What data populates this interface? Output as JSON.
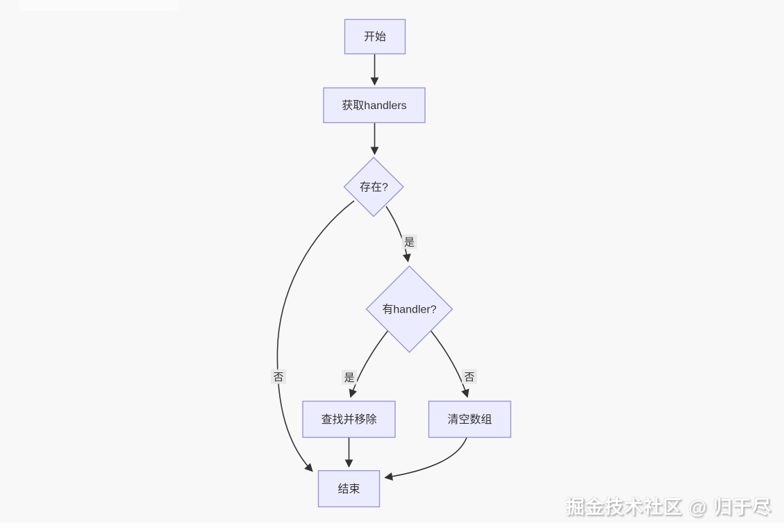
{
  "page": {
    "background_color": "#f8f8f8"
  },
  "diagram": {
    "type": "flowchart",
    "direction": "top-down",
    "nodes": [
      {
        "id": "start",
        "shape": "rectangle",
        "label": "开始"
      },
      {
        "id": "get-handlers",
        "shape": "rectangle",
        "label": "获取handlers"
      },
      {
        "id": "exists",
        "shape": "diamond",
        "label": "存在?"
      },
      {
        "id": "has-handler",
        "shape": "diamond",
        "label": "有handler?"
      },
      {
        "id": "find-and-remove",
        "shape": "rectangle",
        "label": "查找并移除"
      },
      {
        "id": "clear-array",
        "shape": "rectangle",
        "label": "清空数组"
      },
      {
        "id": "end",
        "shape": "rectangle",
        "label": "结束"
      }
    ],
    "edges": [
      {
        "from": "start",
        "to": "get-handlers",
        "label": ""
      },
      {
        "from": "get-handlers",
        "to": "exists",
        "label": ""
      },
      {
        "from": "exists",
        "to": "has-handler",
        "label": "是"
      },
      {
        "from": "exists",
        "to": "end",
        "label": "否"
      },
      {
        "from": "has-handler",
        "to": "find-and-remove",
        "label": "是"
      },
      {
        "from": "has-handler",
        "to": "clear-array",
        "label": "否"
      },
      {
        "from": "find-and-remove",
        "to": "end",
        "label": ""
      },
      {
        "from": "clear-array",
        "to": "end",
        "label": ""
      }
    ],
    "colors": {
      "node_fill": "#ECECFF",
      "node_border": "#9a93d6",
      "edge_line": "#333333",
      "edge_label_bg": "#e8e8e8",
      "text": "#333333"
    }
  },
  "watermark": {
    "text": "掘金技术社区 @ 归于尽"
  }
}
